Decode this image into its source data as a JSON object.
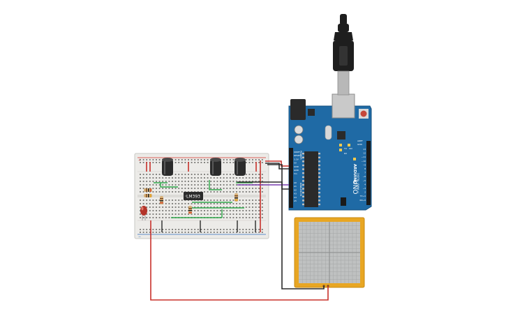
{
  "colors": {
    "board": "#1f6aa5",
    "board_edge": "#15507e",
    "breadboard": "#ececea",
    "rail_red": "#d8332b",
    "rail_blue": "#2f6fc0",
    "wire_red": "#c8302a",
    "wire_black": "#2a2a2a",
    "wire_green": "#2fa84a",
    "wire_purple": "#7a3fb0",
    "sensor_frame": "#e8a623",
    "sensor_grid": "#8a8c8c",
    "capacitor": "#2b2b2b",
    "led": "#b3342a",
    "usb": "#1e1e1e"
  },
  "arduino": {
    "logo": "ARDUINO",
    "model": "UNO",
    "digital_header": "DIGITAL (PWM ~)",
    "analog_header": "ANALOG IN",
    "power_header": "POWER",
    "tx_label": "TX",
    "rx_label": "RX",
    "on_label": "ON",
    "aref_label": "AREF",
    "gnd_label": "GND",
    "power_pins": [
      "IOREF",
      "RESET",
      "3.3V",
      "5V",
      "GND",
      "GND",
      "Vin"
    ],
    "analog_pins": [
      "A0",
      "A1",
      "A2",
      "A3",
      "A4",
      "A5"
    ],
    "digital_pins": [
      "13",
      "12",
      "~11",
      "~10",
      "~9",
      "8",
      "7",
      "~6",
      "~5",
      "4",
      "~3",
      "2",
      "TX→1",
      "RX←0"
    ]
  },
  "breadboard": {
    "chip_label": "LM393",
    "plus": "+",
    "minus": "−"
  }
}
